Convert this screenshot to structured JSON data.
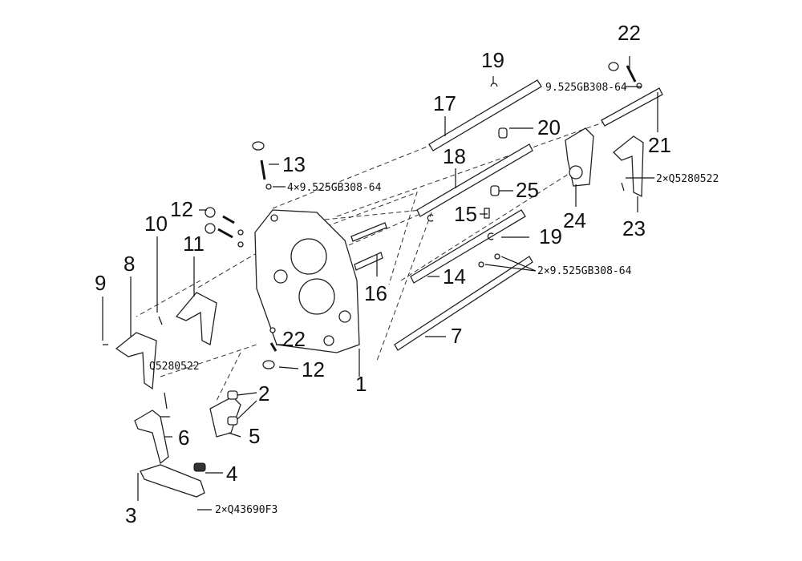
{
  "callouts": [
    {
      "id": "c1",
      "label": "1"
    },
    {
      "id": "c2",
      "label": "2"
    },
    {
      "id": "c3",
      "label": "3"
    },
    {
      "id": "c4",
      "label": "4"
    },
    {
      "id": "c5",
      "label": "5"
    },
    {
      "id": "c6",
      "label": "6"
    },
    {
      "id": "c7",
      "label": "7"
    },
    {
      "id": "c8",
      "label": "8"
    },
    {
      "id": "c9",
      "label": "9"
    },
    {
      "id": "c10",
      "label": "10"
    },
    {
      "id": "c11",
      "label": "11"
    },
    {
      "id": "c12a",
      "label": "12"
    },
    {
      "id": "c12b",
      "label": "12"
    },
    {
      "id": "c13",
      "label": "13"
    },
    {
      "id": "c14",
      "label": "14"
    },
    {
      "id": "c15",
      "label": "15"
    },
    {
      "id": "c16",
      "label": "16"
    },
    {
      "id": "c17",
      "label": "17"
    },
    {
      "id": "c18",
      "label": "18"
    },
    {
      "id": "c19a",
      "label": "19"
    },
    {
      "id": "c19b",
      "label": "19"
    },
    {
      "id": "c20",
      "label": "20"
    },
    {
      "id": "c21",
      "label": "21"
    },
    {
      "id": "c22a",
      "label": "22"
    },
    {
      "id": "c22b",
      "label": "22"
    },
    {
      "id": "c23",
      "label": "23"
    },
    {
      "id": "c24",
      "label": "24"
    },
    {
      "id": "c25",
      "label": "25"
    }
  ],
  "annotations": {
    "ball_top_right": "9.525GB308-64",
    "balls_spring_13": "4×9.525GB308-64",
    "pin_23": "2×Q5280522",
    "balls_shaft_7": "2×9.525GB308-64",
    "pin_8": "Q5280522",
    "clips_3": "2×Q43690F3"
  }
}
